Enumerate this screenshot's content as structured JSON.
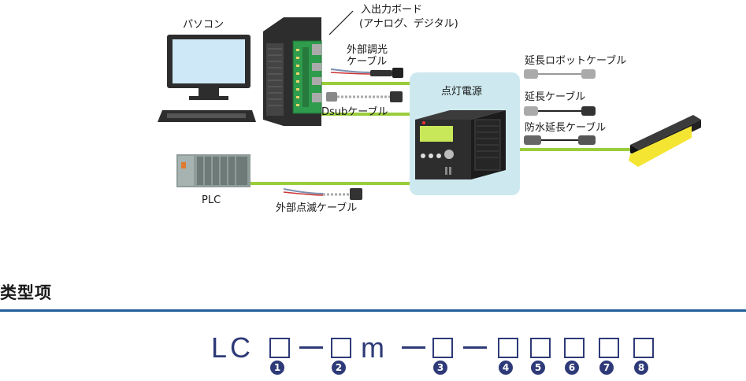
{
  "diagram": {
    "labels": {
      "pc": "パソコン",
      "io_board": "入出力ボード",
      "io_board_type": "(アナログ、デジタル)",
      "ext_dimmer_cable_1": "外部調光",
      "ext_dimmer_cable_2": "ケーブル",
      "dsub_cable": "Dsubケーブル",
      "power_supply": "点灯電源",
      "ext_robot_cable": "延長ロボットケーブル",
      "ext_cable": "延長ケーブル",
      "waterproof_ext_cable": "防水延長ケーブル",
      "plc": "PLC",
      "ext_blink_cable": "外部点滅ケーブル"
    },
    "colors": {
      "cable": "#9acd3c",
      "psu_bg": "#cde9ef",
      "light_yellow": "#f4e533",
      "board_green": "#2f9b4c",
      "screen_blue": "#cfe8f7"
    }
  },
  "section": {
    "title": "类型项",
    "rule_color": "#1f5d99"
  },
  "model_code": {
    "prefix": "LC",
    "unit_m": "m",
    "color": "#2e3a78",
    "positions": [
      "❶",
      "❷",
      "❸",
      "❹",
      "❺",
      "❻",
      "❼",
      "❽"
    ]
  }
}
